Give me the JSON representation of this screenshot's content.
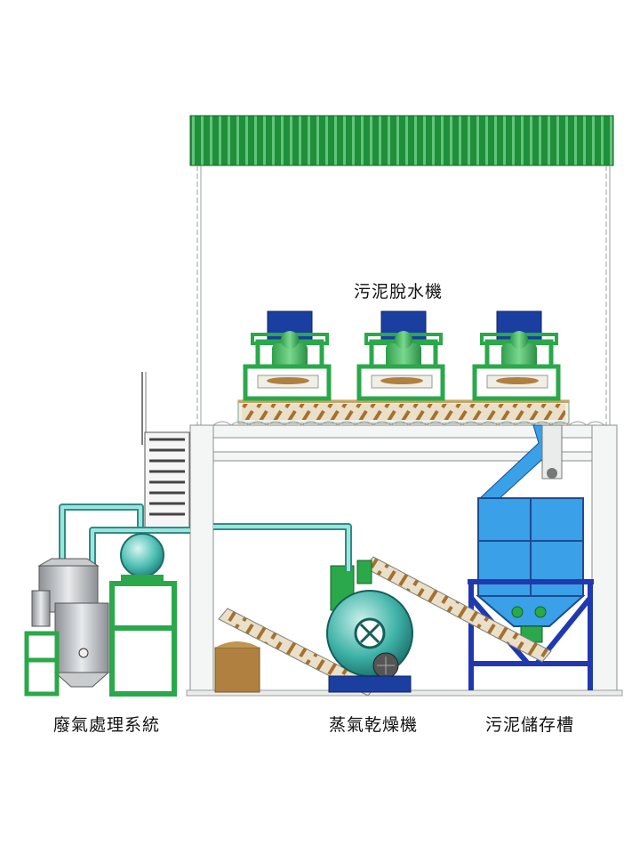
{
  "labels": {
    "dewatering_machine": "污泥脫水機",
    "exhaust_treatment": "廢氣處理系統",
    "steam_dryer": "蒸氣乾燥機",
    "sludge_storage": "污泥儲存槽"
  },
  "colors": {
    "roof_green": "#1f8f3a",
    "frame_green": "#2aa84a",
    "pipe_teal": "#7fd6cf",
    "motor_blue": "#1a3fa0",
    "tank_blue": "#3aa0e8",
    "tank_frame": "#2038b0",
    "sludge_brown": "#b08040",
    "structure_white": "#f4f6f5",
    "structure_line": "#8a8f8c"
  },
  "equipment": {
    "dewatering_units": 3,
    "icons": [
      "roof-canopy",
      "dewatering-unit",
      "screw-conveyor",
      "storage-tank",
      "steam-dryer",
      "scrubber-tower",
      "ladder"
    ]
  }
}
